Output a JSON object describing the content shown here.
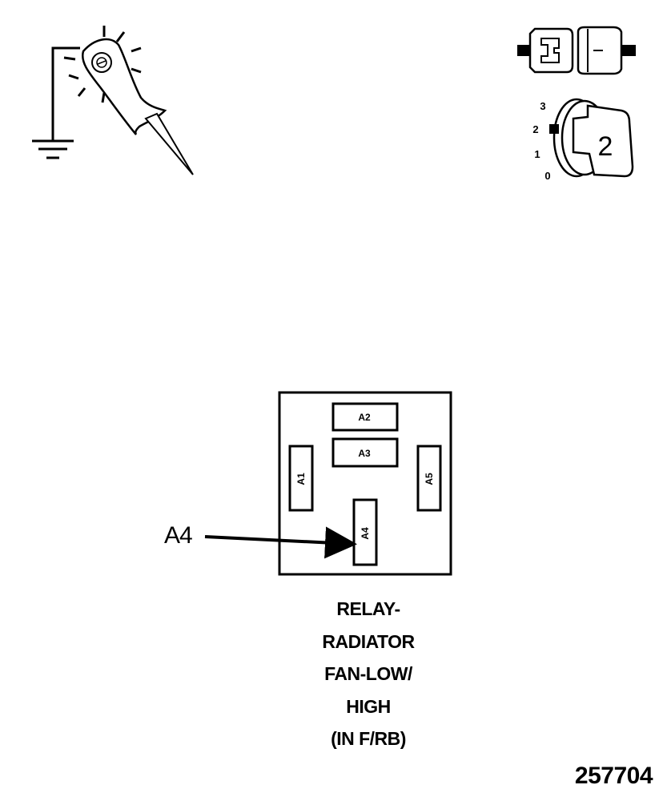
{
  "callout": {
    "label": "A4"
  },
  "relay": {
    "terminals": [
      "A1",
      "A2",
      "A3",
      "A4",
      "A5"
    ]
  },
  "ignition": {
    "positions": [
      "3",
      "2",
      "1",
      "0"
    ],
    "key_label": "2"
  },
  "caption": {
    "lines": [
      "RELAY-",
      "RADIATOR",
      "FAN-LOW/",
      "HIGH",
      "(IN F/RB)"
    ]
  },
  "figure_number": "257704",
  "icons": {
    "test_light": "test-light-icon",
    "ground": "ground-symbol-icon",
    "connector": "connector-disconnected-icon",
    "ignition": "ignition-key-icon"
  }
}
